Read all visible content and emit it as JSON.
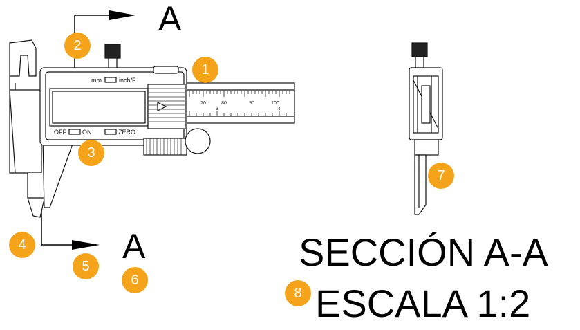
{
  "section_marks": [
    "A",
    "A"
  ],
  "caliper": {
    "unit_labels": [
      "mm",
      "inch/F"
    ],
    "power_labels": [
      "OFF",
      "ON"
    ],
    "zero_label": "ZERO",
    "scale_labels": [
      "70",
      "80",
      "90",
      "100",
      "3",
      "4"
    ]
  },
  "callouts": [
    "1",
    "2",
    "3",
    "4",
    "5",
    "6",
    "7",
    "8"
  ],
  "section_title": "SECCIÓN A-A",
  "scale_title": "ESCALA 1:2",
  "colors": {
    "callout": "#f5a31a",
    "line": "#000000"
  }
}
